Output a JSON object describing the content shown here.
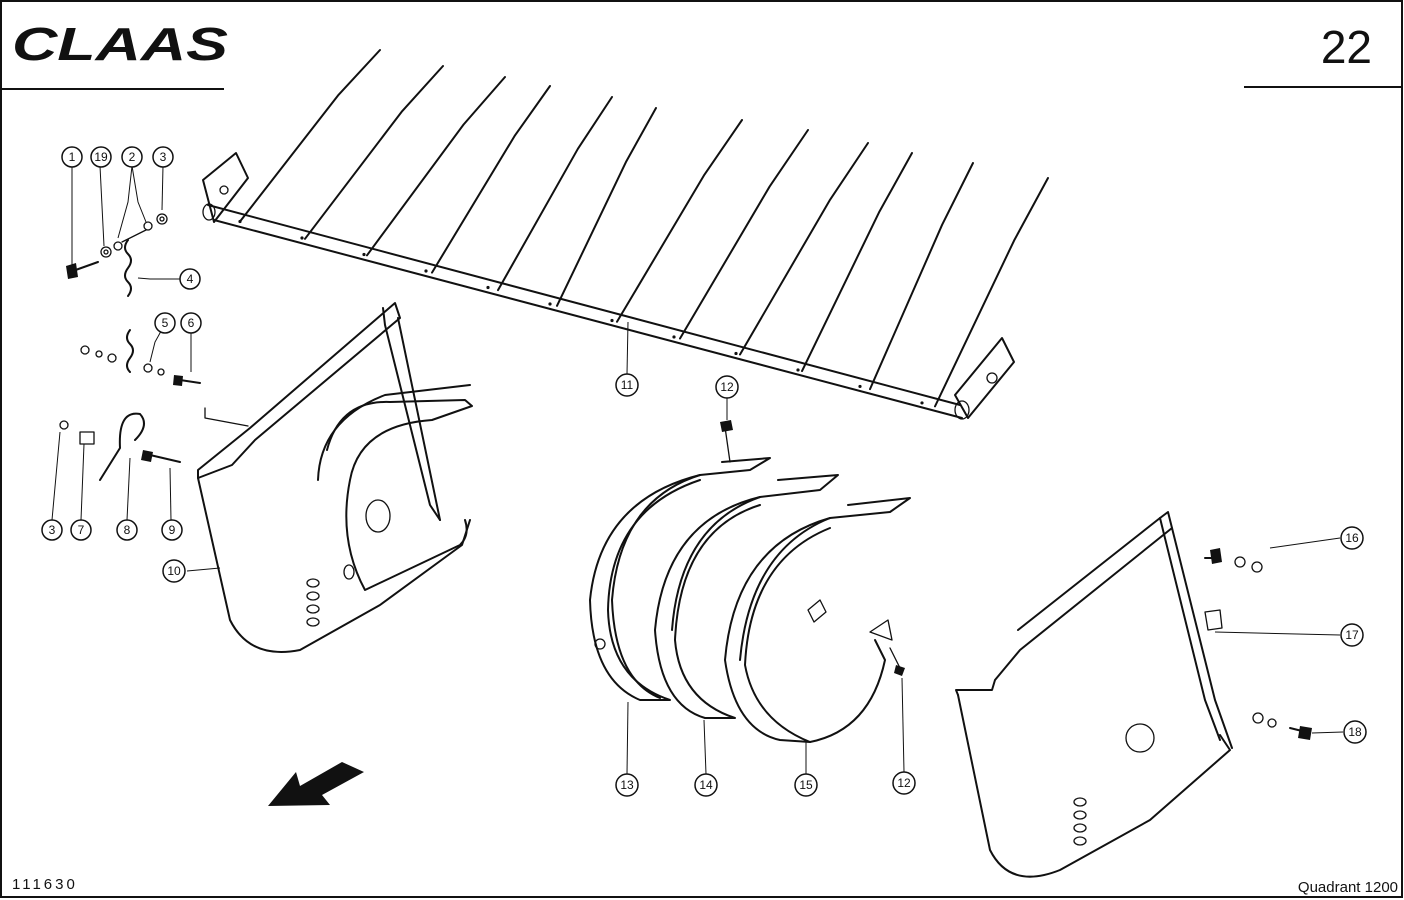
{
  "header": {
    "brand": "CLAAS",
    "page_number": "22"
  },
  "footer": {
    "drawing_number": "111630",
    "model": "Quadrant 1200"
  },
  "callouts": [
    {
      "id": "c1",
      "label": "1"
    },
    {
      "id": "c19",
      "label": "19"
    },
    {
      "id": "c2",
      "label": "2"
    },
    {
      "id": "c3a",
      "label": "3"
    },
    {
      "id": "c4",
      "label": "4"
    },
    {
      "id": "c5",
      "label": "5"
    },
    {
      "id": "c6",
      "label": "6"
    },
    {
      "id": "c3b",
      "label": "3"
    },
    {
      "id": "c7",
      "label": "7"
    },
    {
      "id": "c8",
      "label": "8"
    },
    {
      "id": "c9",
      "label": "9"
    },
    {
      "id": "c10",
      "label": "10"
    },
    {
      "id": "c11",
      "label": "11"
    },
    {
      "id": "c12a",
      "label": "12"
    },
    {
      "id": "c12b",
      "label": "12"
    },
    {
      "id": "c13",
      "label": "13"
    },
    {
      "id": "c14",
      "label": "14"
    },
    {
      "id": "c15",
      "label": "15"
    },
    {
      "id": "c16",
      "label": "16"
    },
    {
      "id": "c17",
      "label": "17"
    },
    {
      "id": "c18",
      "label": "18"
    }
  ]
}
